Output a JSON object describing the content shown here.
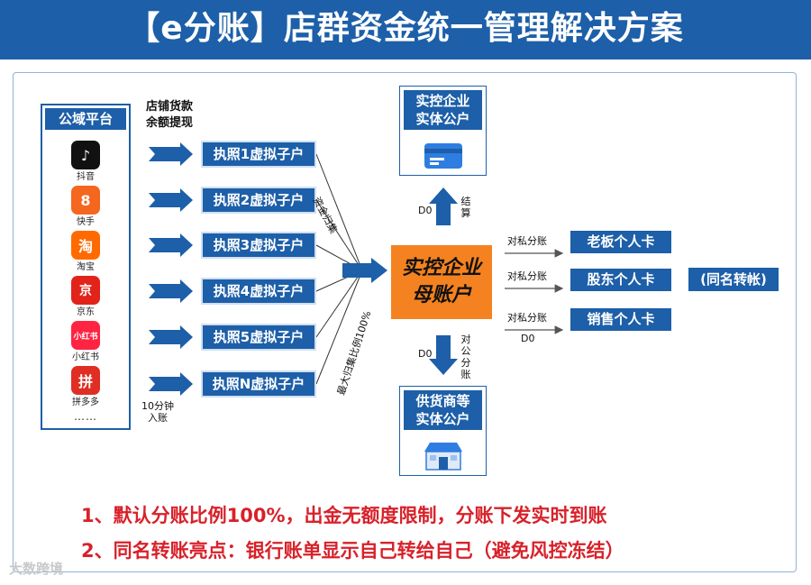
{
  "title": "【e分账】店群资金统一管理解决方案",
  "platforms": {
    "title": "公域平台",
    "items": [
      {
        "label": "抖音",
        "glyph": "♪",
        "color": "#111111"
      },
      {
        "label": "快手",
        "glyph": "8",
        "color": "#f5661f"
      },
      {
        "label": "淘宝",
        "glyph": "淘",
        "color": "#ff6a00"
      },
      {
        "label": "京东",
        "glyph": "京",
        "color": "#e2231a"
      },
      {
        "label": "小红书",
        "glyph": "小红书",
        "color": "#ff2442"
      },
      {
        "label": "拼多多",
        "glyph": "拼",
        "color": "#e02e24"
      }
    ],
    "more": "……"
  },
  "withdraw_label": "店铺货款\n余额提现",
  "minutes_label": "10分钟\n入账",
  "sub_accounts": [
    "执照1虚拟子户",
    "执照2虚拟子户",
    "执照3虚拟子户",
    "执照4虚拟子户",
    "执照5虚拟子户",
    "执照N虚拟子户"
  ],
  "collect_label": "资金归集",
  "ratio_label": "最大归集比例100%",
  "entity_account": {
    "title": "实控企业\n实体公户",
    "icon": "card-icon"
  },
  "settle_label": "结算",
  "d0_top": "D0",
  "center": {
    "line1": "实控企业",
    "line2": "母账户"
  },
  "public_split_label": "对公分账",
  "d0_bottom": "D0",
  "supplier_account": {
    "title": "供货商等\n实体公户",
    "icon": "store-icon"
  },
  "private_split_label": "对私分账",
  "d0_private": "D0",
  "cards": [
    "老板个人卡",
    "股东个人卡",
    "销售个人卡"
  ],
  "same_name": "(同名转帐)",
  "notes": [
    "1、默认分账比例100%，出金无额度限制，分账下发实时到账",
    "2、同名转账亮点：银行账单显示自己转给自己（避免风控冻结）"
  ],
  "watermark": "大数跨境",
  "colors": {
    "brand": "#1d5fa8",
    "accent": "#f58220",
    "note": "#d8212a"
  }
}
